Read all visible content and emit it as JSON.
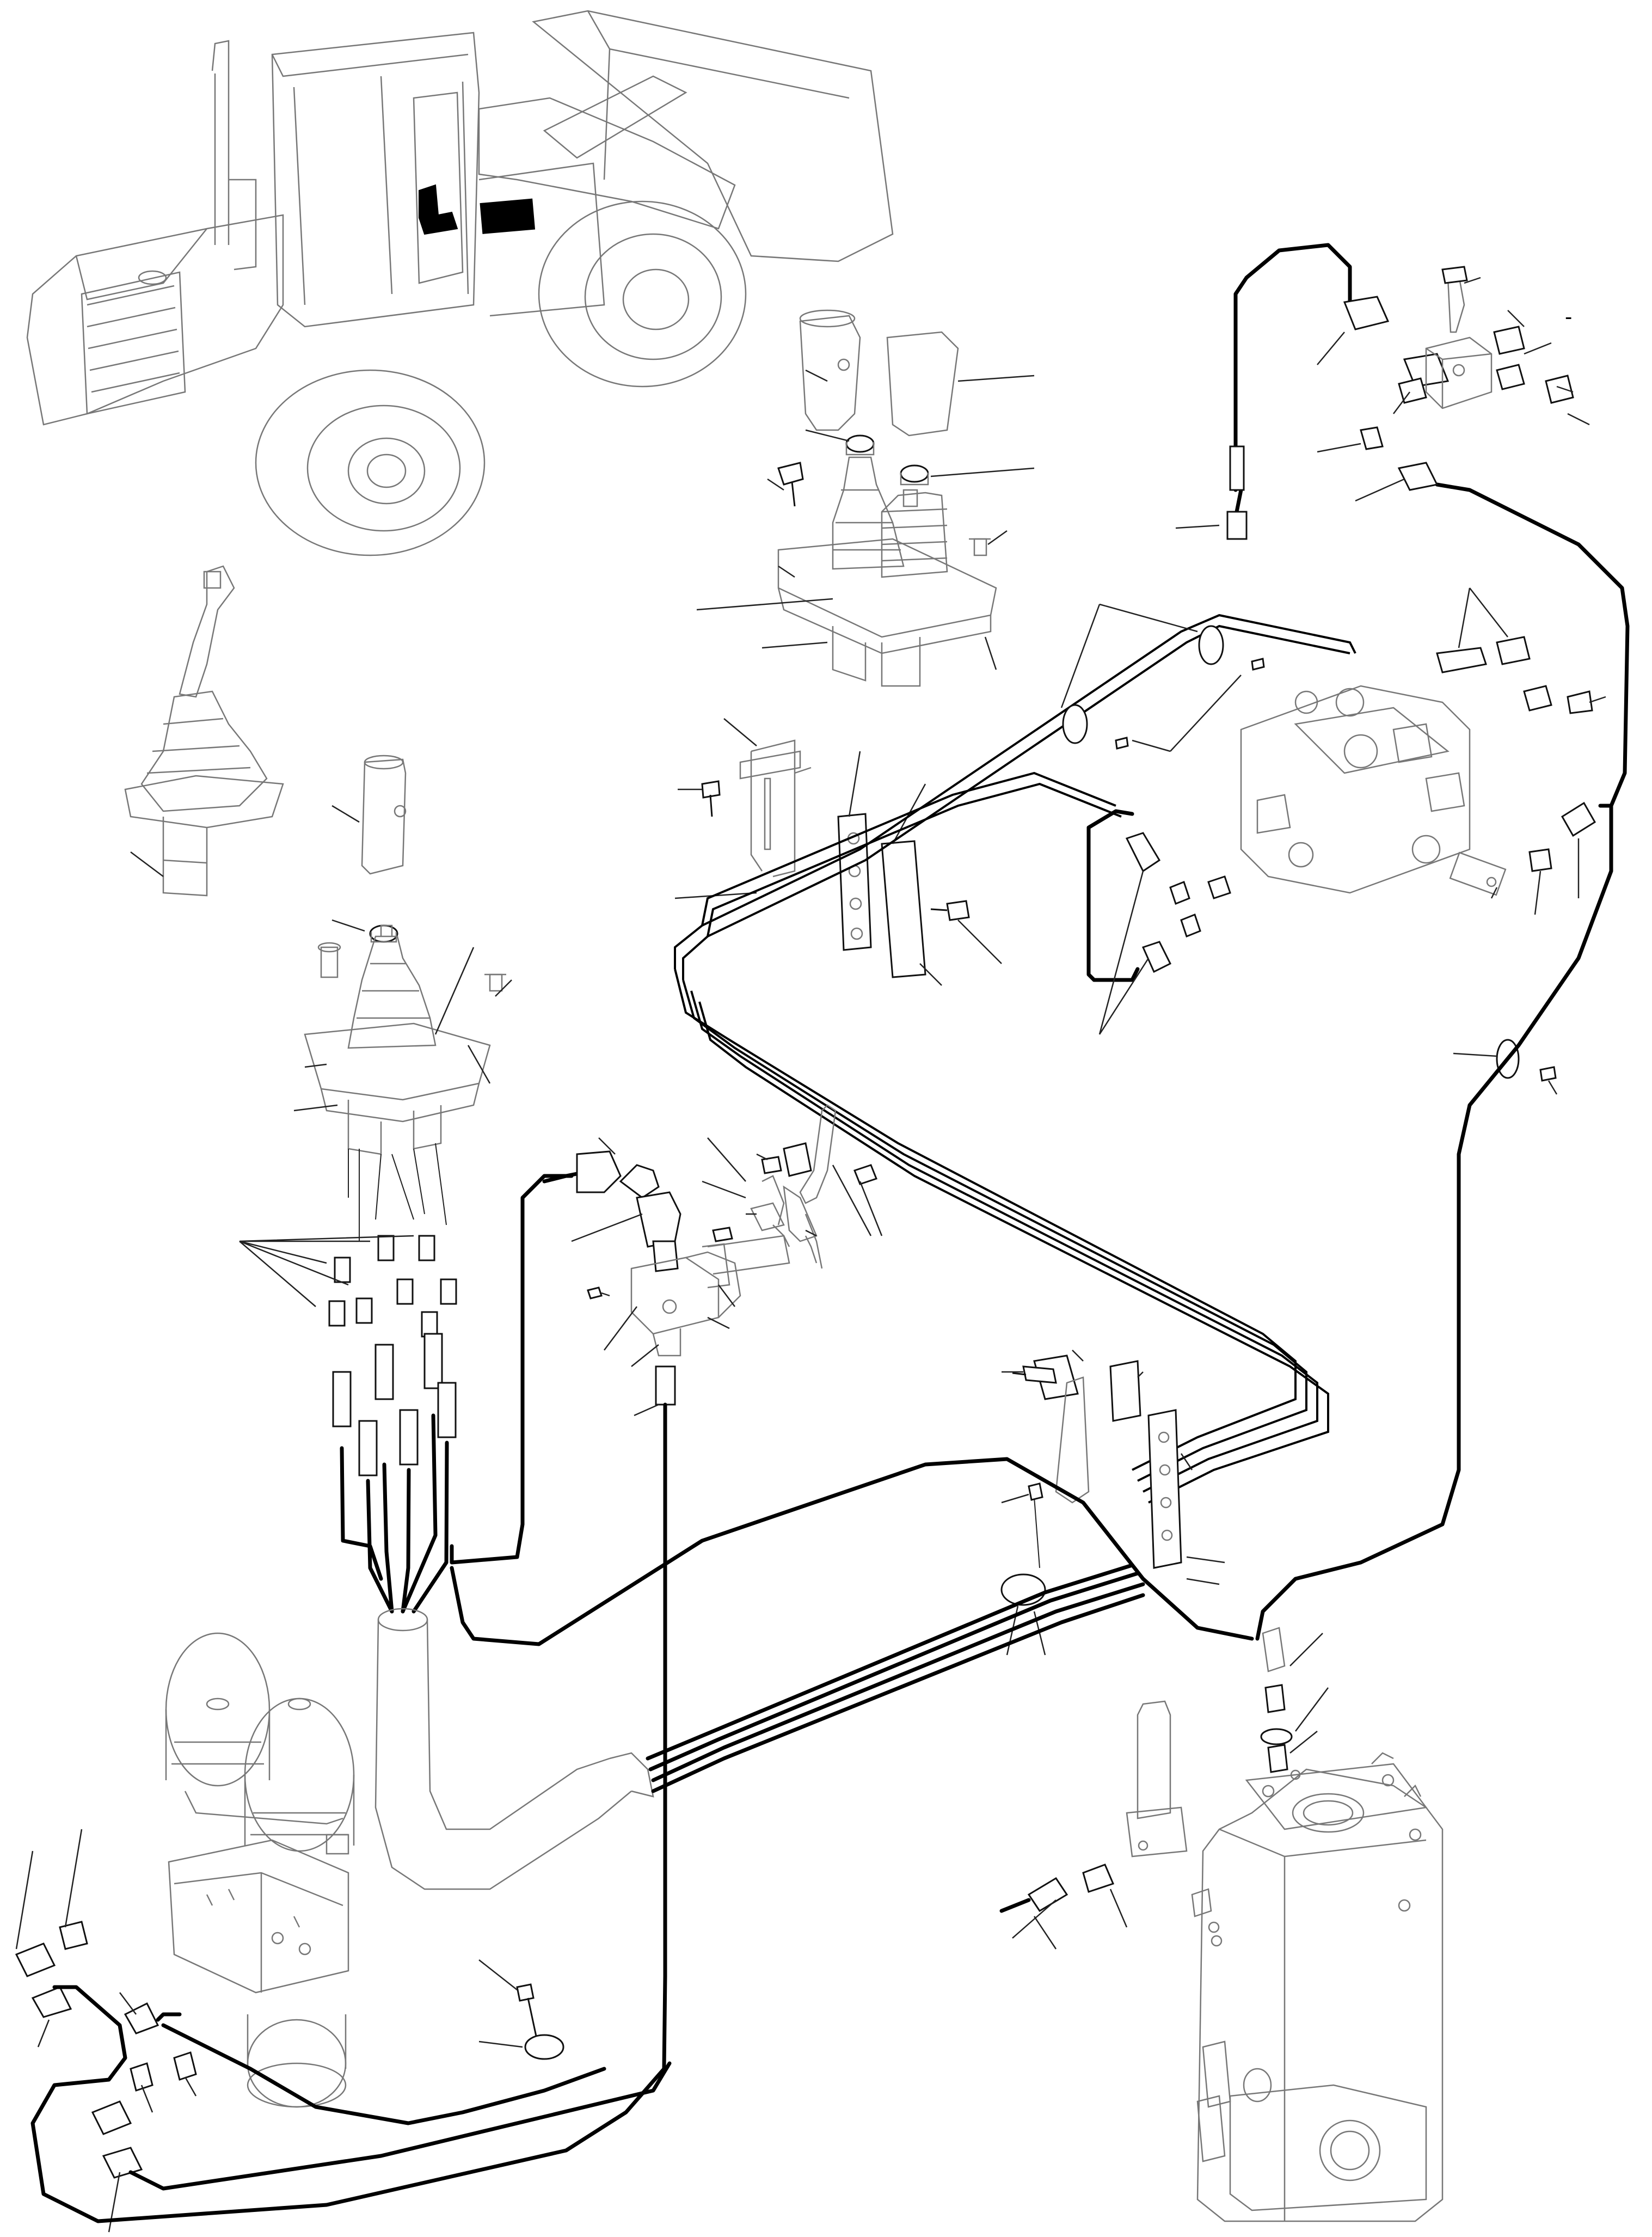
{
  "figure": {
    "title": "",
    "marks": [
      {
        "id": "top-right-dash",
        "text": "-"
      }
    ]
  },
  "colors": {
    "line": "#000000",
    "background": "#ffffff",
    "ghost": "#777777"
  },
  "components": [
    {
      "name": "wheel-loader",
      "label": ""
    },
    {
      "name": "joystick-lever-single",
      "label": ""
    },
    {
      "name": "joystick-lever-double",
      "label": ""
    },
    {
      "name": "pilot-valve-single",
      "label": ""
    },
    {
      "name": "main-control-valve",
      "label": ""
    },
    {
      "name": "pressure-reducing-valve-block",
      "label": ""
    },
    {
      "name": "accumulator-pair",
      "label": ""
    },
    {
      "name": "hydraulic-tank",
      "label": ""
    },
    {
      "name": "hose-bundle",
      "label": ""
    }
  ]
}
